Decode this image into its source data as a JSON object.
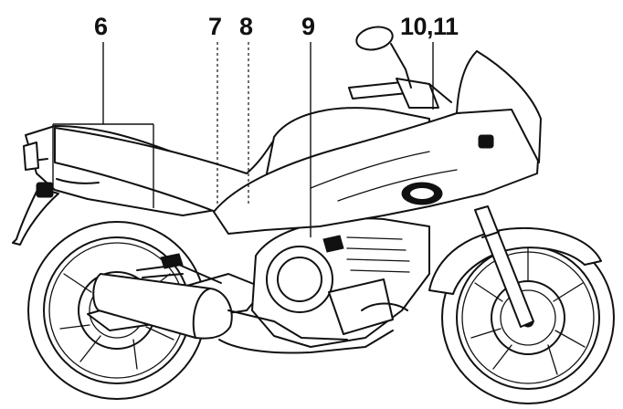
{
  "callouts": [
    {
      "id": "6",
      "label": "6"
    },
    {
      "id": "7",
      "label": "7"
    },
    {
      "id": "8",
      "label": "8"
    },
    {
      "id": "9",
      "label": "9"
    },
    {
      "id": "10-11",
      "label": "10,11"
    }
  ]
}
